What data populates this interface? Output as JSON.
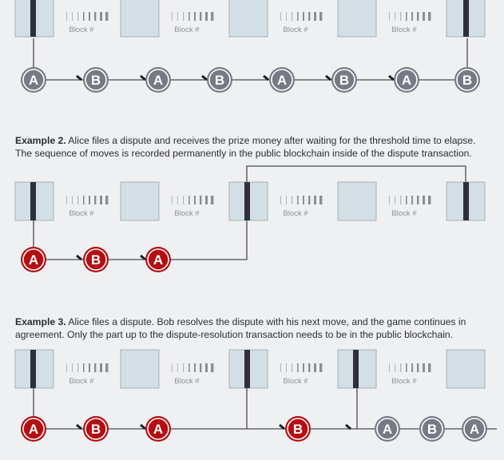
{
  "block_label": "Block #",
  "colors": {
    "red": "#b50d12",
    "gray": "#777a85",
    "block": "#d3dfe4",
    "bar": "#2e2f38",
    "line": "#4a4b50"
  },
  "examples": [
    {
      "title": "",
      "text": "",
      "moves": [
        "A",
        "B",
        "A",
        "B",
        "A",
        "B",
        "A",
        "B"
      ],
      "disputed": [],
      "bars": [
        0,
        4
      ]
    },
    {
      "title": "Example 2.",
      "text": "Alice files a dispute and receives the prize money after waiting for the threshold time to elapse. The sequence of moves is recorded permanently in the public blockchain inside of the dispute transaction.",
      "moves": [
        "A",
        "B",
        "A"
      ],
      "disputed": [
        0,
        1,
        2
      ],
      "bars": [
        0,
        2,
        4
      ]
    },
    {
      "title": "Example 3.",
      "text": "Alice files a dispute. Bob resolves the dispute with his next move, and the game continues in agreement. Only the part up to the dispute-resolution transaction needs to be in the public blockchain.",
      "moves": [
        "A",
        "B",
        "A",
        "B",
        "A",
        "B",
        "A"
      ],
      "disputed": [
        0,
        1,
        2,
        3
      ],
      "bars": [
        0,
        2,
        3
      ]
    }
  ]
}
